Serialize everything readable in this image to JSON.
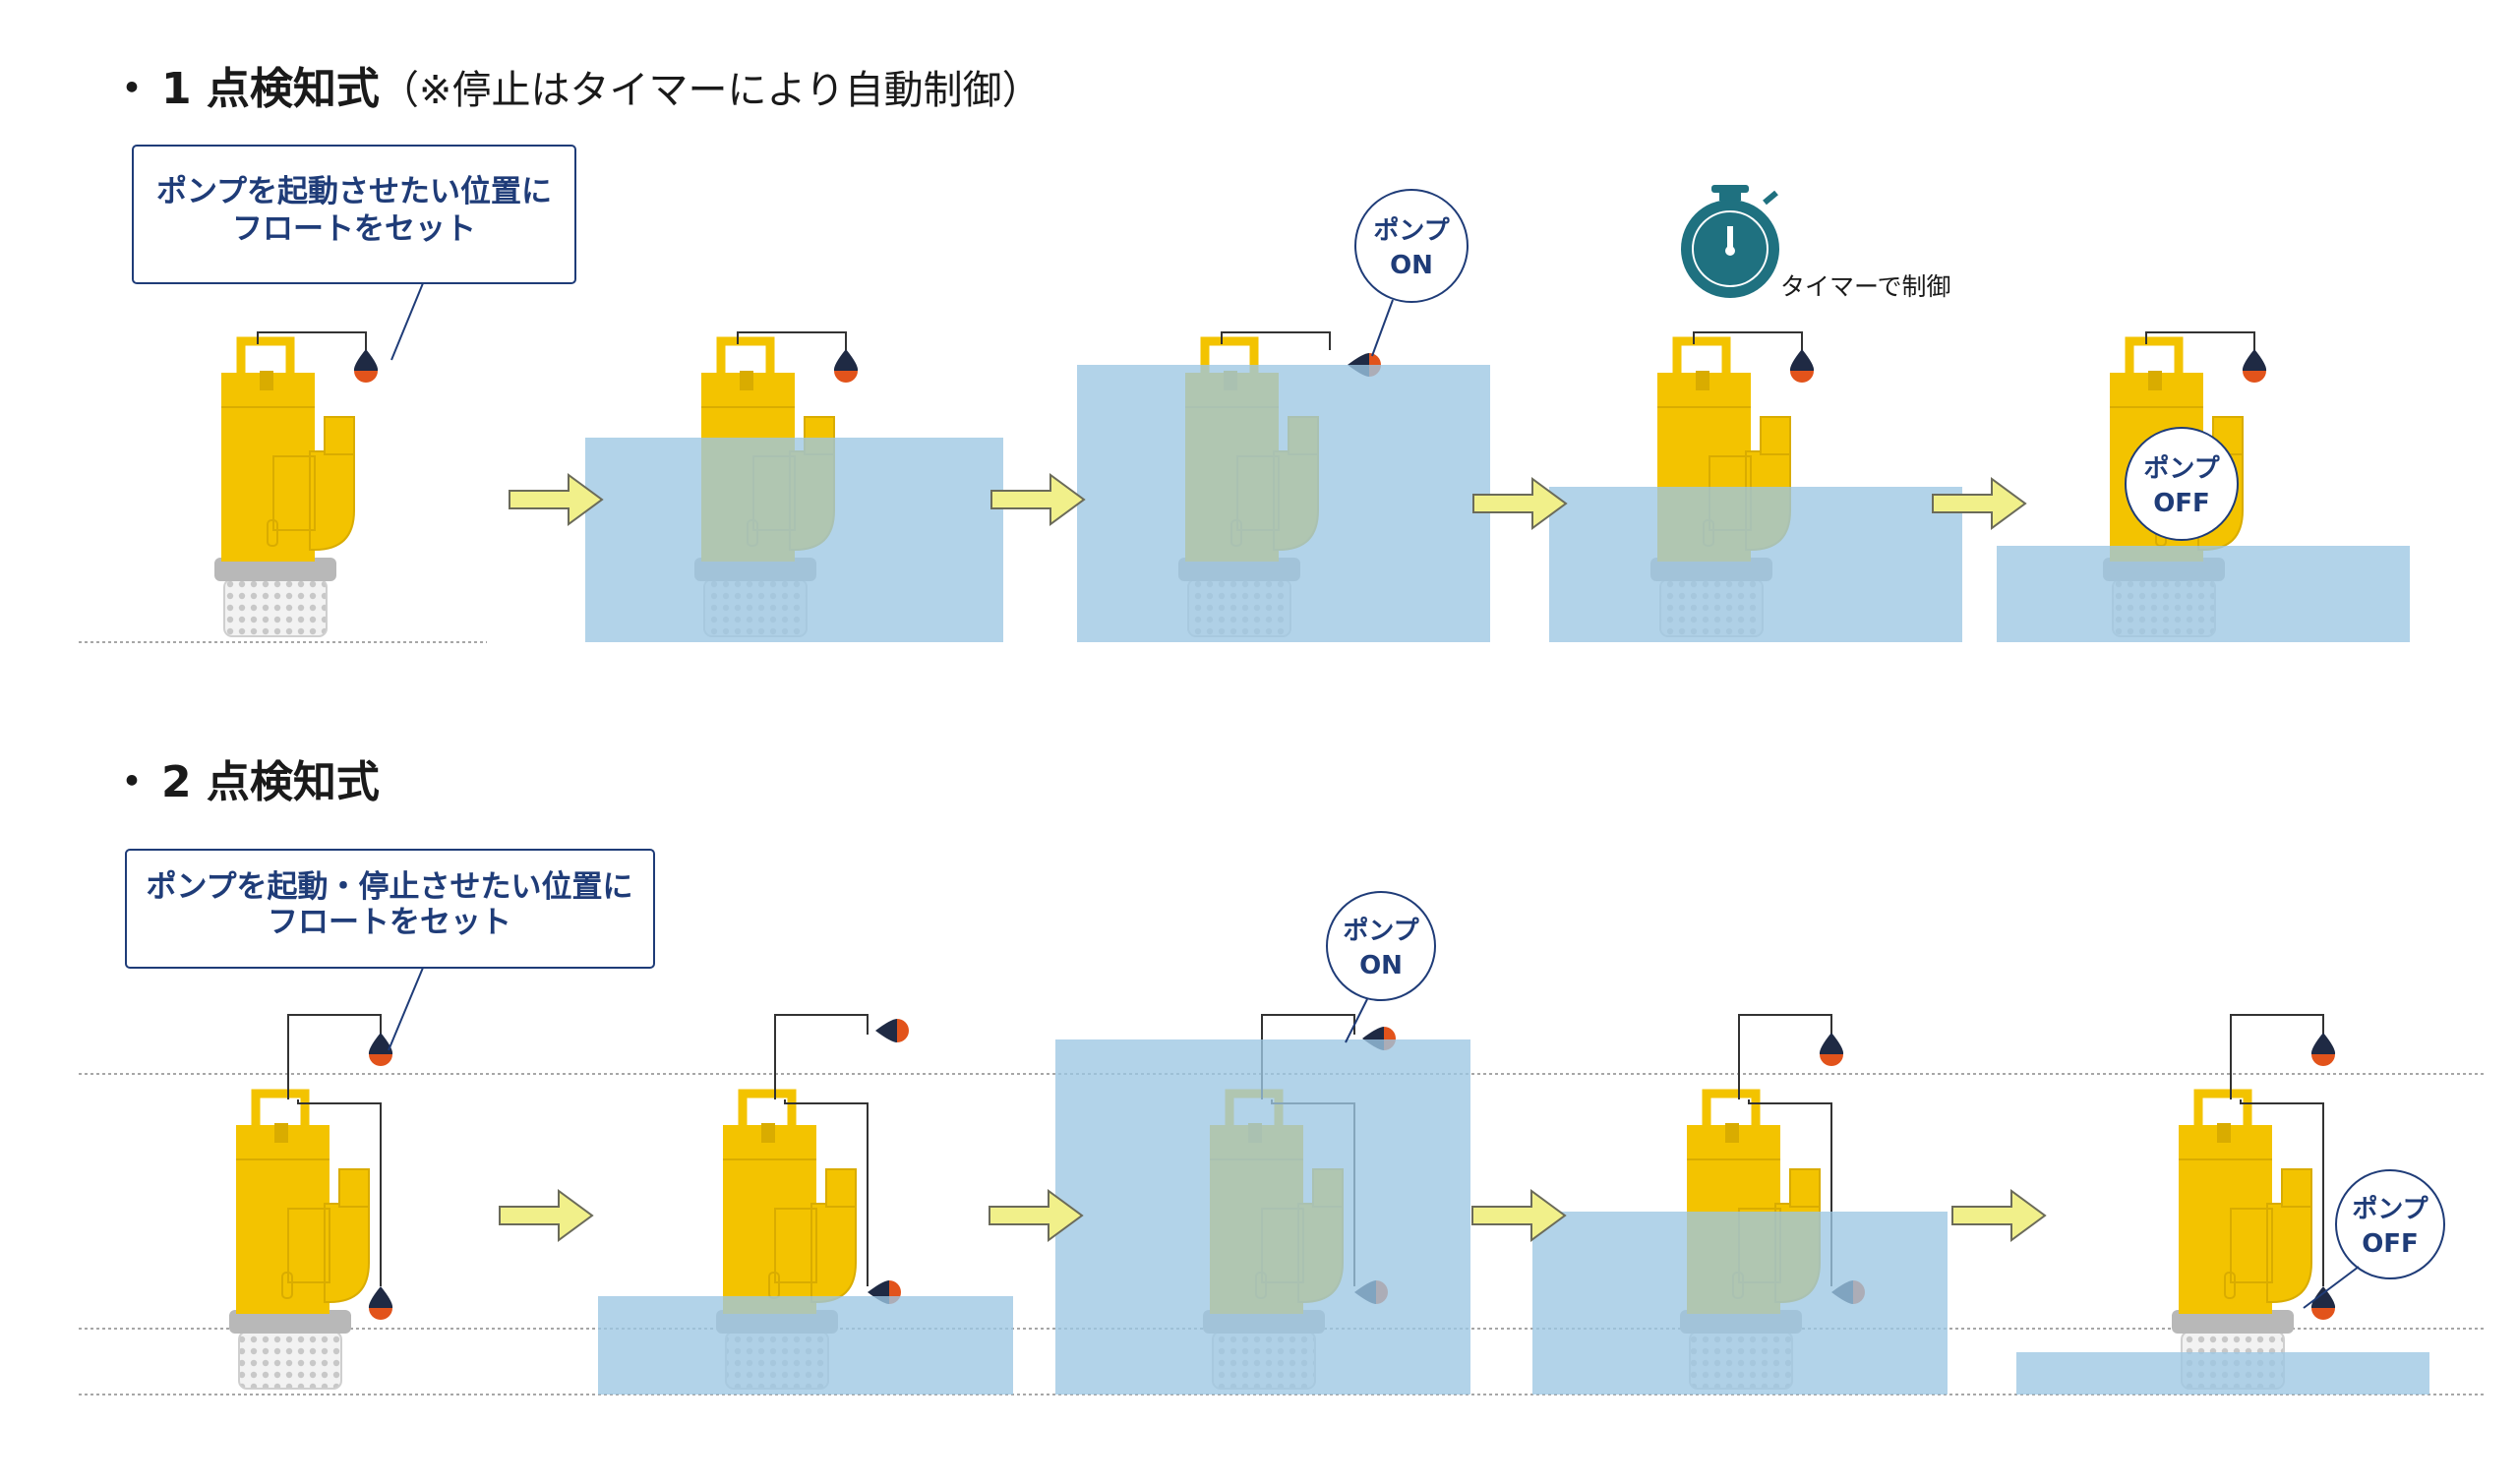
{
  "section1": {
    "title_bullet": "・",
    "title_main": "1 点検知式",
    "title_note": "（※停止はタイマーにより自動制御）",
    "callout": {
      "line1": "ポンプを起動させたい位置に",
      "line2": "フロートをセット"
    },
    "bubble_on": {
      "line1": "ポンプ",
      "line2": "ON"
    },
    "timer_label": "タイマーで制御",
    "bubble_off": {
      "line1": "ポンプ",
      "line2": "OFF"
    },
    "water_levels": [
      0,
      0.43,
      0.58,
      0.32,
      0.2
    ]
  },
  "section2": {
    "title_bullet": "・",
    "title_main": "2 点検知式",
    "callout": {
      "line1": "ポンプを起動・停止させたい位置に",
      "line2": "フロートをセット"
    },
    "bubble_on": {
      "line1": "ポンプ",
      "line2": "ON"
    },
    "bubble_off": {
      "line1": "ポンプ",
      "line2": "OFF"
    },
    "water_levels": [
      0,
      0.3,
      1.0,
      0.58,
      0.13
    ]
  },
  "colors": {
    "pump_yellow": "#f3c300",
    "pump_yellow_dark": "#d9ac00",
    "water": "#9cc6e3",
    "float_top": "#1f2a44",
    "float_bottom": "#e2531b",
    "arrow_fill": "#f1f08a",
    "arrow_stroke": "#6b6b5a",
    "callout_border": "#1f3c78",
    "timer": "#1f7180",
    "guide_line": "#8a8a8a"
  }
}
